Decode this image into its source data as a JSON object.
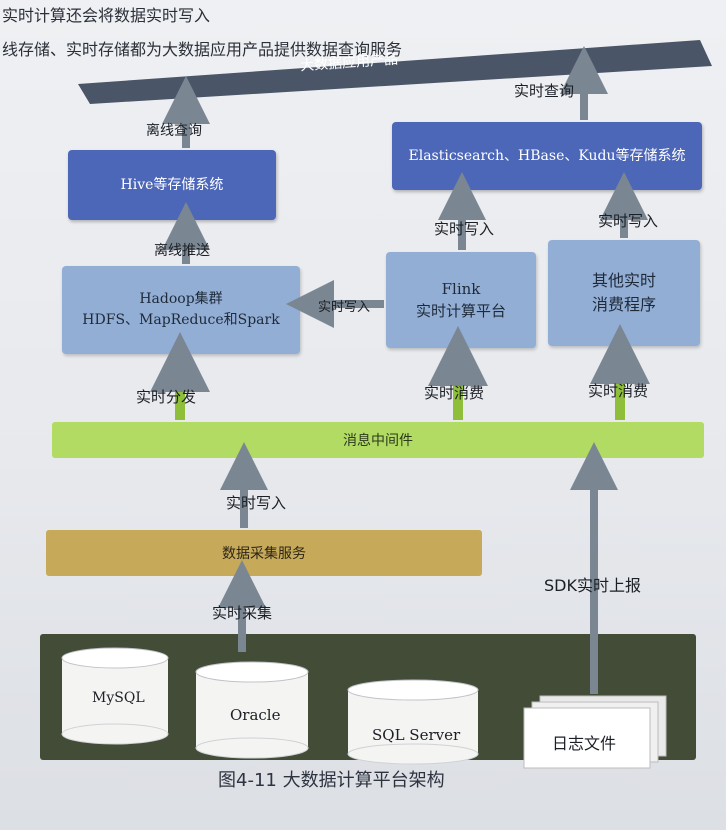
{
  "intro": {
    "line1": "实时计算还会将数据实时写入",
    "line2": "线存储、实时存储都为大数据应用产品提供数据查询服务"
  },
  "nodes": {
    "app_products": "大数据应用产品",
    "hive": "Hive等存储系统",
    "realtime_store": "Elasticsearch、HBase、Kudu等存储系统",
    "hadoop_line1": "Hadoop集群",
    "hadoop_line2": "HDFS、MapReduce和Spark",
    "flink_line1": "Flink",
    "flink_line2": "实时计算平台",
    "other_line1": "其他实时",
    "other_line2": "消费程序",
    "middleware": "消息中间件",
    "collector": "数据采集服务",
    "mysql": "MySQL",
    "oracle": "Oracle",
    "sqlserver": "SQL Server",
    "logs": "日志文件"
  },
  "edges": {
    "offline_query": "离线查询",
    "realtime_query": "实时查询",
    "offline_push": "离线推送",
    "flink_write": "实时写入",
    "other_write": "实时写入",
    "to_hadoop_write": "实时写入",
    "dispatch": "实时分发",
    "flink_consume": "实时消费",
    "other_consume": "实时消费",
    "collector_write": "实时写入",
    "collect": "实时采集",
    "sdk_report": "SDK实时上报"
  },
  "caption": "图4-11   大数据计算平台架构",
  "colors": {
    "dark_bar": "#4a5568",
    "blue_dark": "#4c66b8",
    "blue_light": "#93aed4",
    "green": "#b2db63",
    "gold": "#c6aa5a",
    "db_panel": "#424c36",
    "arrow": "#7a8793"
  }
}
